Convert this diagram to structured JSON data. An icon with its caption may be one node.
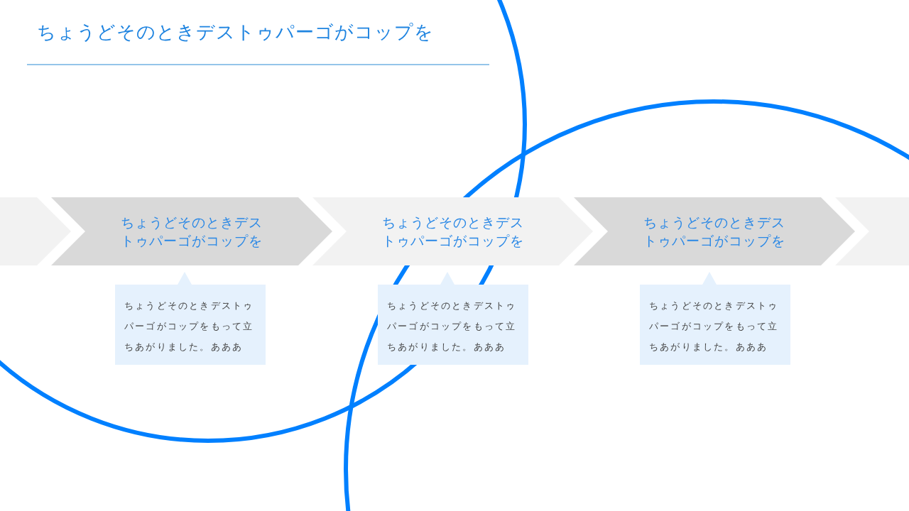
{
  "diagram": {
    "title": "ちょうどそのときデストゥパーゴがコップを",
    "nodes": [
      {
        "text": [],
        "shape": "chevron"
      },
      {
        "text": [
          "ちょうどそのときデストゥパーゴがコップを"
        ]
      },
      {
        "text": [
          "ちょうどそのときデストゥパーゴがコップを"
        ]
      },
      {
        "text": [
          "ちょうどそのときデストゥパーゴがコップを"
        ]
      },
      {
        "text": [],
        "shape": "chevron"
      },
      {
        "text": [
          "ちょうどそのときデストゥパーゴがコップをもって立ちあがりました。あああ"
        ]
      },
      {
        "text": [
          "ちょうどそのときデストゥパーゴがコップをもって立ちあがりました。あああ"
        ]
      },
      {
        "text": [
          "ちょうどそのときデストゥパーゴがコップをもって立ちあがりました。あああ"
        ]
      }
    ],
    "edges": []
  }
}
